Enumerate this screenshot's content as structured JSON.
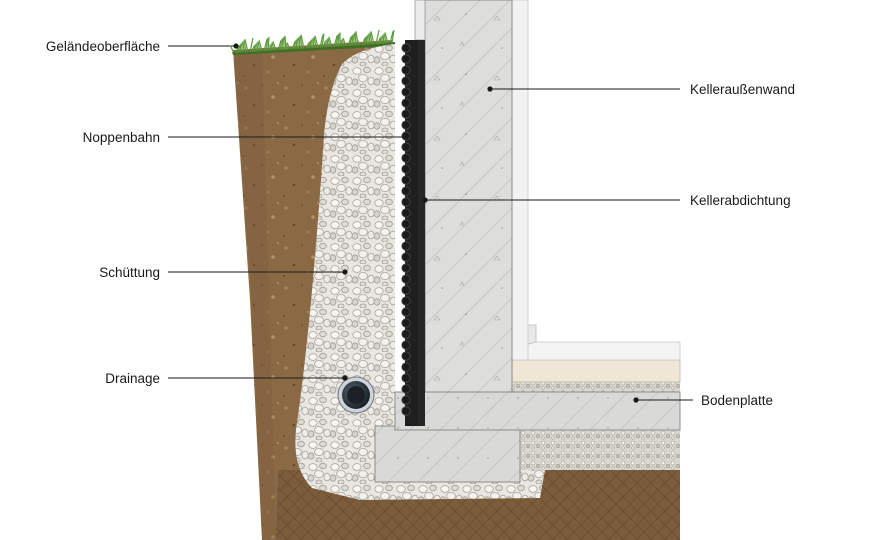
{
  "labels": {
    "surface": "Geländeoberfläche",
    "dimple_sheet": "Noppenbahn",
    "backfill": "Schüttung",
    "drainage": "Drainage",
    "outer_wall": "Kelleraußenwand",
    "sealing": "Kellerabdichtung",
    "floor_slab": "Bodenplatte"
  },
  "colors": {
    "soil": "#8a6a45",
    "soil_dark": "#6e5234",
    "gravel": "#e6e4df",
    "concrete": "#dcdcdb",
    "membrane": "#2a2a2a",
    "grass": "#4f8a34",
    "pipe": "#2f3a44"
  }
}
